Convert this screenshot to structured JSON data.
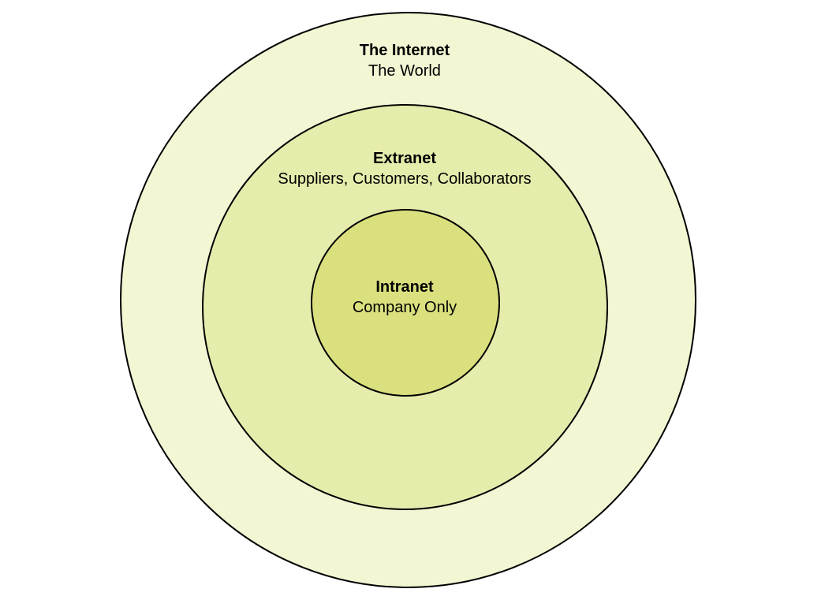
{
  "colors": {
    "internet_fill": "#f3f6d3",
    "extranet_fill": "#e6ecab",
    "intranet_fill": "#dae07d",
    "outline": "#000000"
  },
  "rings": [
    {
      "id": "internet",
      "title": "The Internet",
      "subtitle": "The World"
    },
    {
      "id": "extranet",
      "title": "Extranet",
      "subtitle": "Suppliers, Customers, Collaborators"
    },
    {
      "id": "intranet",
      "title": "Intranet",
      "subtitle": "Company Only"
    }
  ]
}
